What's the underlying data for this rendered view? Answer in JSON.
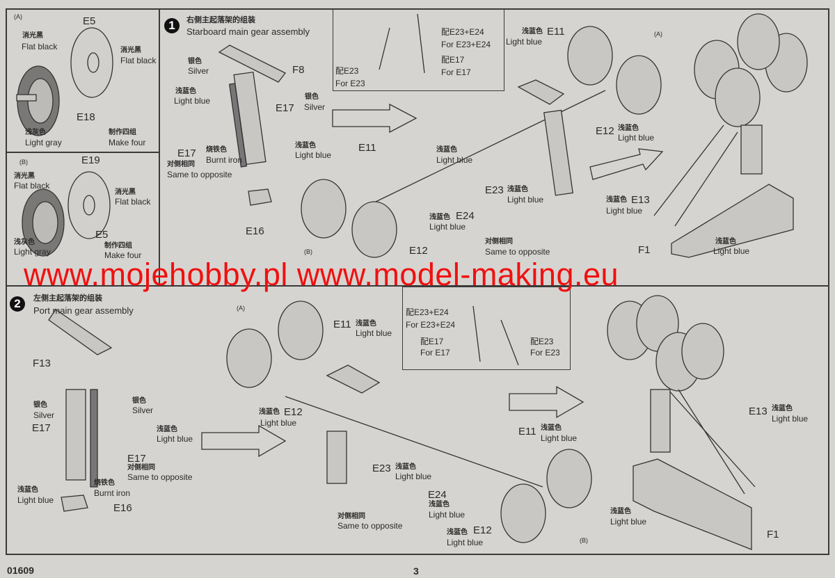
{
  "wheel_a": {
    "tag": "(A)",
    "e5": "E5",
    "fb1_cn": "消光黑",
    "fb1": "Flat black",
    "fb2_cn": "消光黑",
    "fb2": "Flat black",
    "e18": "E18",
    "lg_cn": "浅灰色",
    "lg": "Light gray",
    "mk_cn": "制作四组",
    "mk": "Make four"
  },
  "wheel_b": {
    "tag": "(B)",
    "e19": "E19",
    "fb1_cn": "消光黑",
    "fb1": "Flat black",
    "fb2_cn": "消光黑",
    "fb2": "Flat black",
    "e5": "E5",
    "lg_cn": "浅灰色",
    "lg": "Light gray",
    "mk_cn": "制作四组",
    "mk": "Make four"
  },
  "step1": {
    "num": "1",
    "title_cn": "右侧主起落架的组装",
    "title": "Starboard main gear assembly",
    "labels": [
      "银色",
      "Silver",
      "F8",
      "浅蓝色",
      "Light blue",
      "银色",
      "Silver",
      "E17",
      "E17",
      "烧铁色",
      "Burnt iron",
      "对侧相同",
      "Same to opposite",
      "浅蓝色",
      "Light blue",
      "E16",
      "浅蓝色",
      "E11",
      "Light blue",
      "(A)",
      "E11",
      "浅蓝色",
      "Light blue",
      "E23",
      "浅蓝色",
      "Light blue",
      "E24",
      "浅蓝色",
      "Light blue",
      "E12",
      "对侧相同",
      "Same to opposite",
      "(B)",
      "E12",
      "浅蓝色",
      "Light blue",
      "浅蓝色",
      "E13",
      "Light blue",
      "F1",
      "浅蓝色",
      "Light blue"
    ],
    "inset": [
      "配E23+E24",
      "For E23+E24",
      "配E17",
      "For E17",
      "配E23",
      "For E23"
    ]
  },
  "step2": {
    "num": "2",
    "title_cn": "左侧主起落架的组装",
    "title": "Port main gear assembly",
    "labels": [
      "F13",
      "银色",
      "Silver",
      "银色",
      "Silver",
      "E17",
      "浅蓝色",
      "Light blue",
      "E17",
      "对侧相同",
      "Same to opposite",
      "浅蓝色",
      "Light blue",
      "烧铁色",
      "Burnt iron",
      "E16",
      "(A)",
      "E11",
      "浅蓝色",
      "Light blue",
      "浅蓝色",
      "E12",
      "Light blue",
      "E23",
      "浅蓝色",
      "Light blue",
      "对侧相同",
      "Same to opposite",
      "E24",
      "浅蓝色",
      "Light blue",
      "E12",
      "浅蓝色",
      "Light blue",
      "(B)",
      "E11",
      "浅蓝色",
      "Light blue",
      "E13",
      "浅蓝色",
      "Light blue",
      "浅蓝色",
      "Light blue",
      "F1"
    ],
    "inset": [
      "配E23+E24",
      "For E23+E24",
      "配E17",
      "For E17",
      "配E23",
      "For E23"
    ]
  },
  "watermark": "www.mojehobby.pl www.model-making.eu",
  "footer": {
    "code": "01609",
    "page": "3"
  },
  "colors": {
    "paper": "#d6d4d0",
    "watermark": "#f01010"
  }
}
